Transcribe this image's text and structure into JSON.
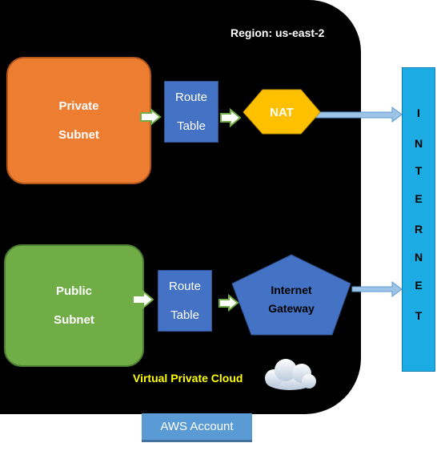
{
  "region_label": "Region: us-east-2",
  "private_subnet": {
    "line1": "Private",
    "line2": "Subnet"
  },
  "public_subnet": {
    "line1": "Public",
    "line2": "Subnet"
  },
  "route_table_private": {
    "line1": "Route",
    "line2": "Table"
  },
  "route_table_public": {
    "line1": "Route",
    "line2": "Table"
  },
  "nat_label": "NAT",
  "internet_gateway": {
    "line1": "Internet",
    "line2": "Gateway"
  },
  "vpc_label": "Virtual Private Cloud",
  "aws_account_label": "AWS Account",
  "internet_letters": [
    "I",
    "N",
    "T",
    "E",
    "R",
    "N",
    "E",
    "T"
  ],
  "colors": {
    "vpc_background": "#000000",
    "private_subnet": "#ed7d31",
    "public_subnet": "#70ad47",
    "route_table": "#4472c4",
    "nat": "#ffc000",
    "internet_gateway": "#4472c4",
    "internet_bar": "#1cabe2",
    "vpc_label": "#ffff00",
    "aws_account": "#5b9bd5"
  },
  "icons": {
    "vpc_cloud": "cloud-icon"
  }
}
